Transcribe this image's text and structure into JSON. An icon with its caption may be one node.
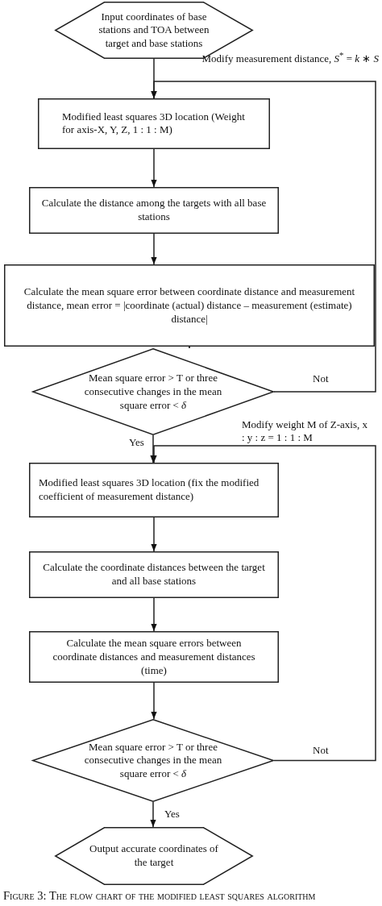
{
  "diagram": {
    "caption": "Figure 3: The flow chart of the modified least squares algorithm",
    "nodes": [
      {
        "text": [
          "Input coordinates of base stations and TOA between target and base stations"
        ]
      },
      {
        "text": [
          "Modified least squares 3D location (Weight for axis-X, Y, Z, 1 : 1 : M)"
        ]
      },
      {
        "text": [
          "Calculate the distance among the targets with all base stations"
        ]
      },
      {
        "text": [
          "Calculate the mean square error between coordinate distance and measurement distance, mean error = |coordinate (actual) distance – measurement (estimate) distance|"
        ]
      },
      {
        "text": [
          "Mean square error > T or three consecutive changes in the mean square error < *δ*"
        ]
      },
      {
        "text": [
          "Modified least squares 3D location (fix the modified coefficient of measurement distance)"
        ]
      },
      {
        "text": [
          "Calculate the coordinate distances between the target and all base stations"
        ]
      },
      {
        "text": [
          "Calculate the mean square errors between coordinate distances and measurement distances (time)"
        ]
      },
      {
        "text": [
          "Mean square error > T or three consecutive changes in the mean square error < *δ*"
        ]
      },
      {
        "text": [
          "Output accurate coordinates of the target"
        ]
      }
    ],
    "edges": [
      {
        "from": 0,
        "to": 1,
        "arrow": "to"
      },
      {
        "from": 1,
        "to": 2,
        "arrow": "to"
      },
      {
        "from": 2,
        "to": 3,
        "arrow": "to"
      },
      {
        "from": 3,
        "to": 4,
        "arrow": "to"
      },
      {
        "from": 4,
        "to": 1,
        "arrow": "to",
        "label": "Not"
      },
      {
        "from": 4,
        "to": 5,
        "arrow": "to",
        "label": "Yes"
      },
      {
        "from": 5,
        "to": 6,
        "arrow": "to"
      },
      {
        "from": 6,
        "to": 7,
        "arrow": "to"
      },
      {
        "from": 7,
        "to": 8,
        "arrow": "to"
      },
      {
        "from": 8,
        "to": 5,
        "arrow": "to",
        "label": "Not"
      },
      {
        "from": 8,
        "to": 9,
        "arrow": "to",
        "label": "Yes"
      }
    ],
    "labels": [
      "Modify measurement distance, *S*$^{*}$ = *k* ∗ *S*",
      "Modify weight M of Z-axis, x : y : z = 1 : 1 : M"
    ]
  }
}
